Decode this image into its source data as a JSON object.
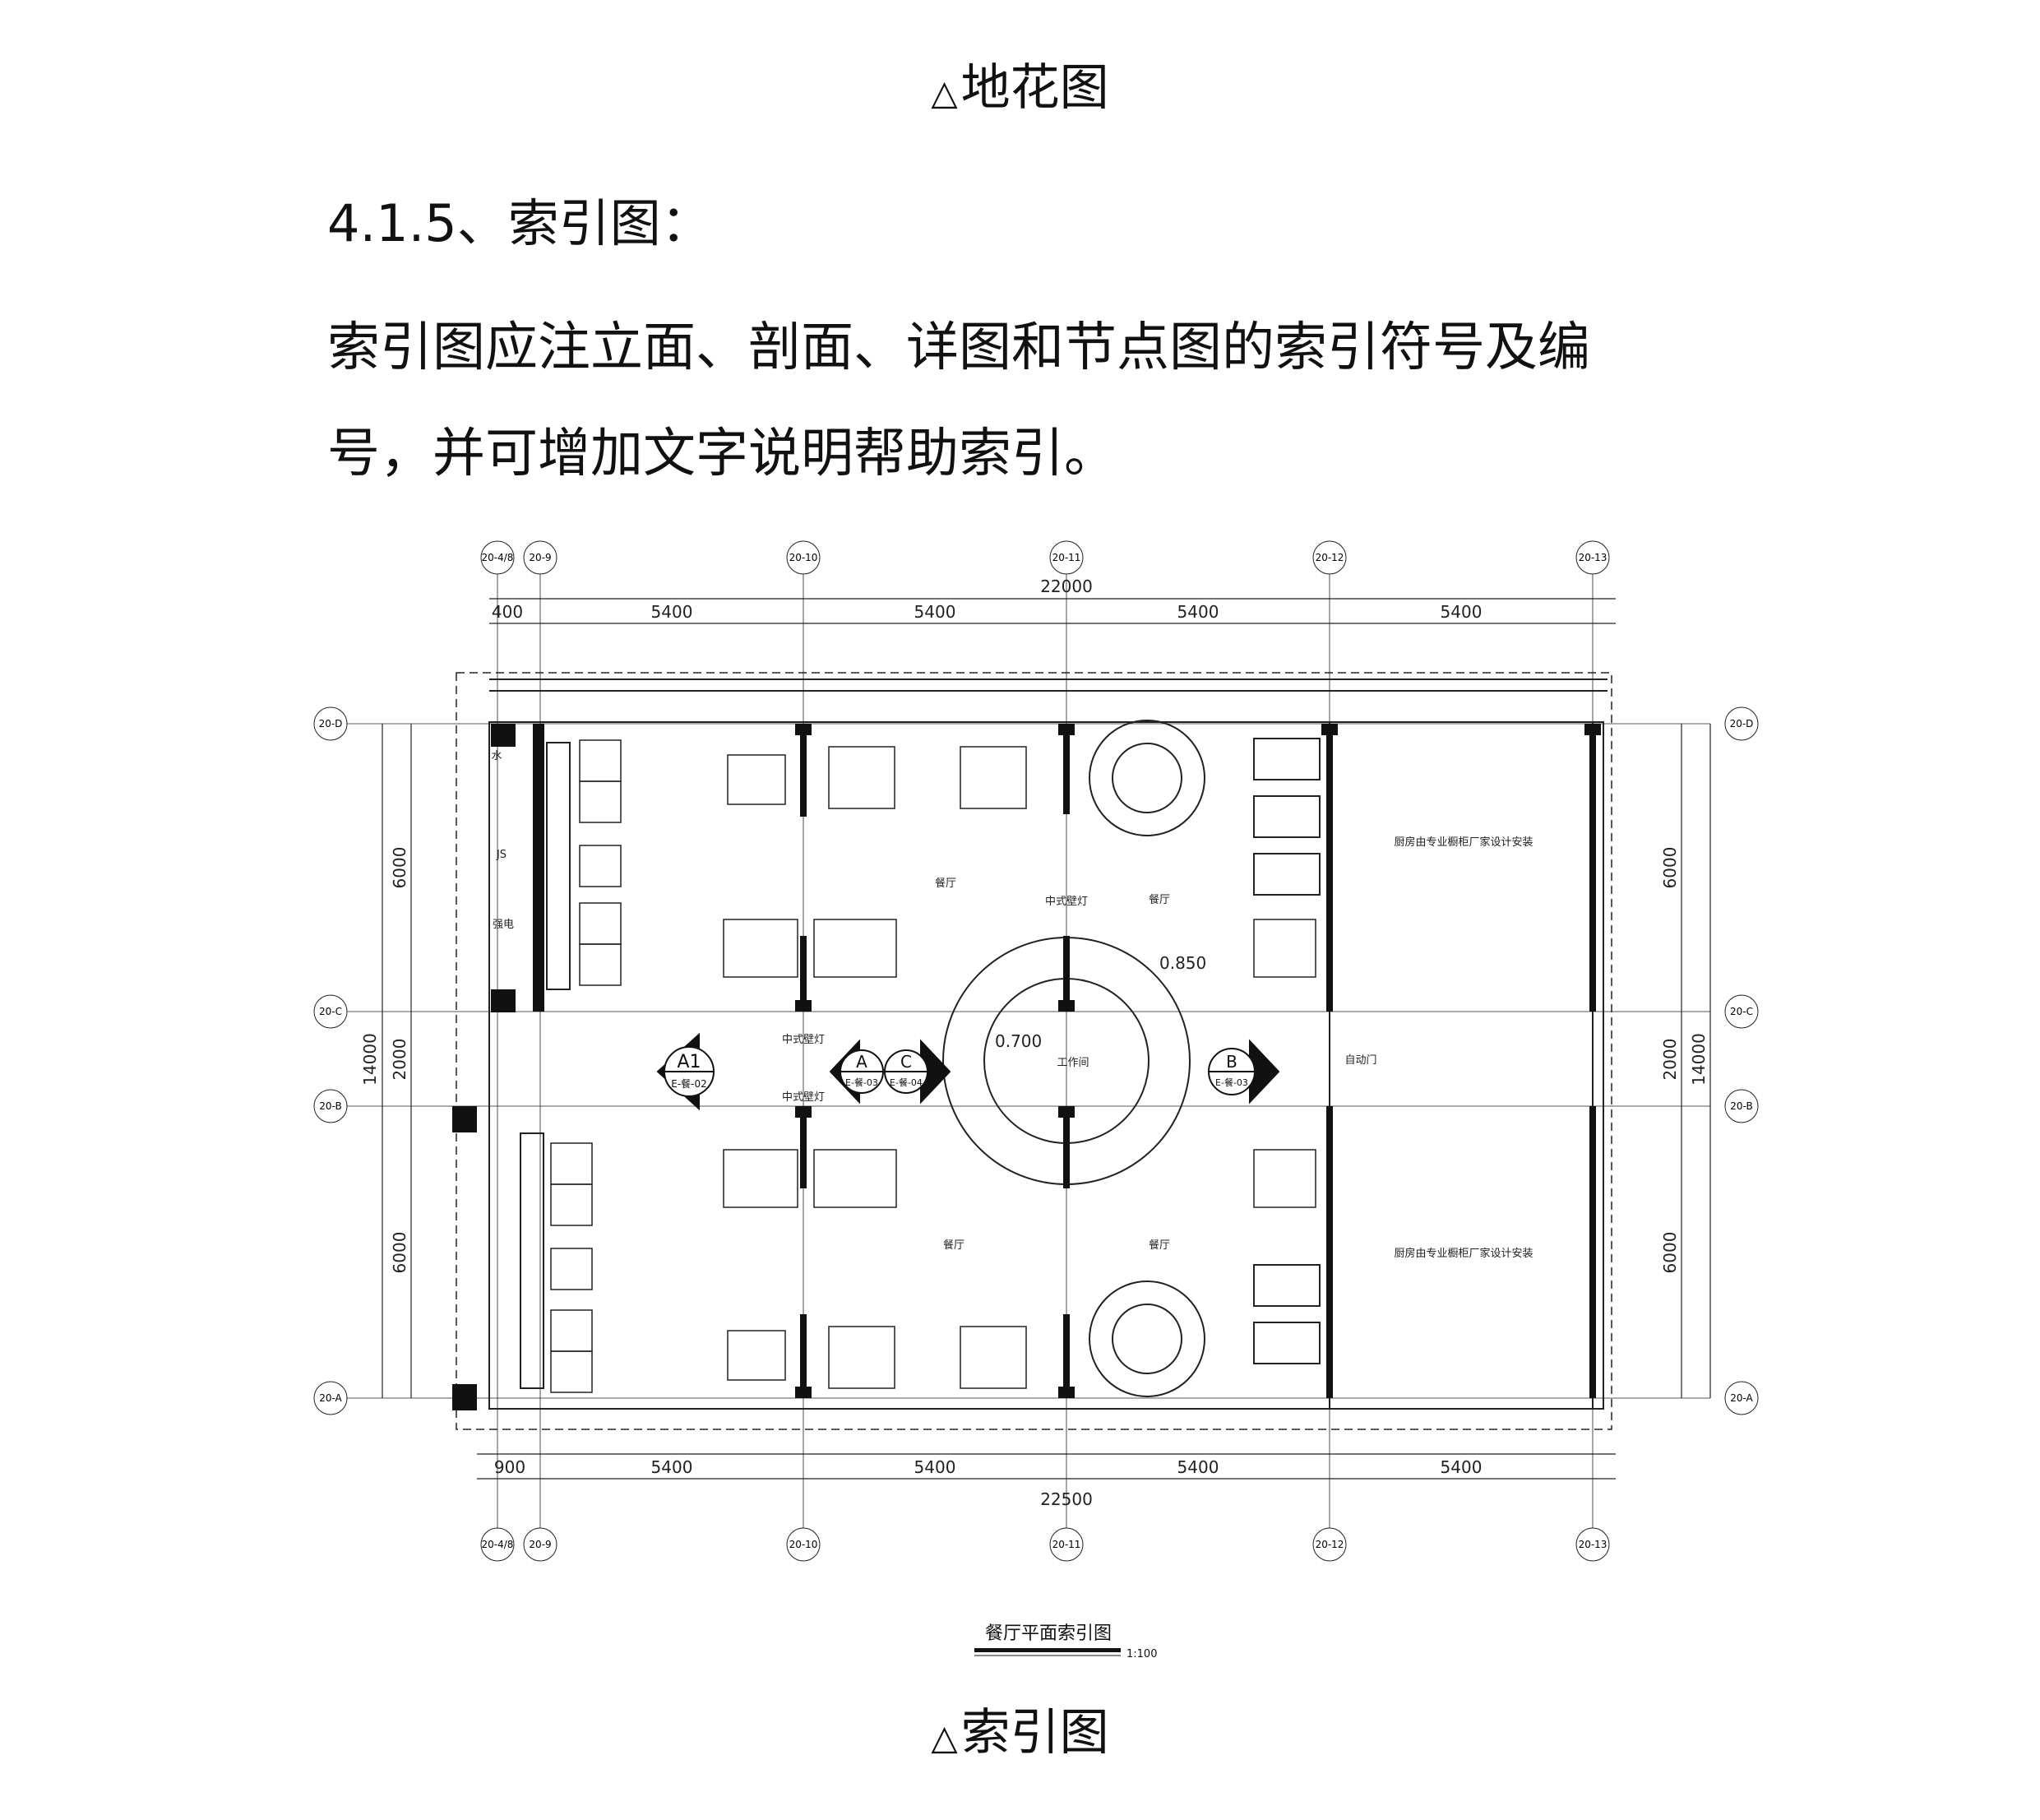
{
  "top_caption": {
    "symbol": "△",
    "text": "地花图"
  },
  "section": {
    "heading": "4.1.5、索引图："
  },
  "paragraph": {
    "line1": "索引图应注立面、剖面、详图和节点图的索引符号及编",
    "line2": "号，并可增加文字说明帮助索引。"
  },
  "drawing": {
    "top_axes": [
      "20-4/8",
      "20-9",
      "20-10",
      "20-11",
      "20-12",
      "20-13"
    ],
    "bottom_axes": [
      "20-4/8",
      "20-9",
      "20-10",
      "20-11",
      "20-12",
      "20-13"
    ],
    "left_axes": [
      "20-D",
      "20-C",
      "20-B",
      "20-A"
    ],
    "right_axes": [
      "20-D",
      "20-C",
      "20-B",
      "20-A"
    ],
    "dims_top": {
      "total": "22000",
      "offset": "400",
      "bays": [
        "5400",
        "5400",
        "5400",
        "5400"
      ]
    },
    "dims_bottom": {
      "total": "22500",
      "offset": "900",
      "bays": [
        "5400",
        "5400",
        "5400",
        "5400"
      ]
    },
    "dims_left": {
      "total": "14000",
      "rows": [
        "6000",
        "2000",
        "6000"
      ]
    },
    "dims_right": {
      "total": "14000",
      "rows": [
        "6000",
        "2000",
        "6000"
      ]
    },
    "room_labels": {
      "dining_1": "餐厅",
      "dining_2": "餐厅",
      "dining_3": "餐厅",
      "dining_4": "餐厅",
      "workroom": "工作间",
      "lamp_1": "中式壁灯",
      "lamp_2": "中式壁灯",
      "lamp_3": "中式壁灯",
      "kitchen_1": "厨房由专业橱柜厂家设计安装",
      "kitchen_2": "厨房由专业橱柜厂家设计安装",
      "auto_door": "自动门",
      "water": "水",
      "js": "JS",
      "power": "强电"
    },
    "levels": {
      "upper": "0.850",
      "lower": "0.700"
    },
    "index_marks": [
      {
        "id": "A1",
        "ref": "E-餐-02"
      },
      {
        "id": "A",
        "ref": "E-餐-03"
      },
      {
        "id": "C",
        "ref": "E-餐-04"
      },
      {
        "id": "B",
        "ref": "E-餐-03"
      }
    ],
    "title": "餐厅平面索引图",
    "scale": "1:100"
  },
  "bottom_caption": {
    "symbol": "△",
    "text": "索引图"
  }
}
